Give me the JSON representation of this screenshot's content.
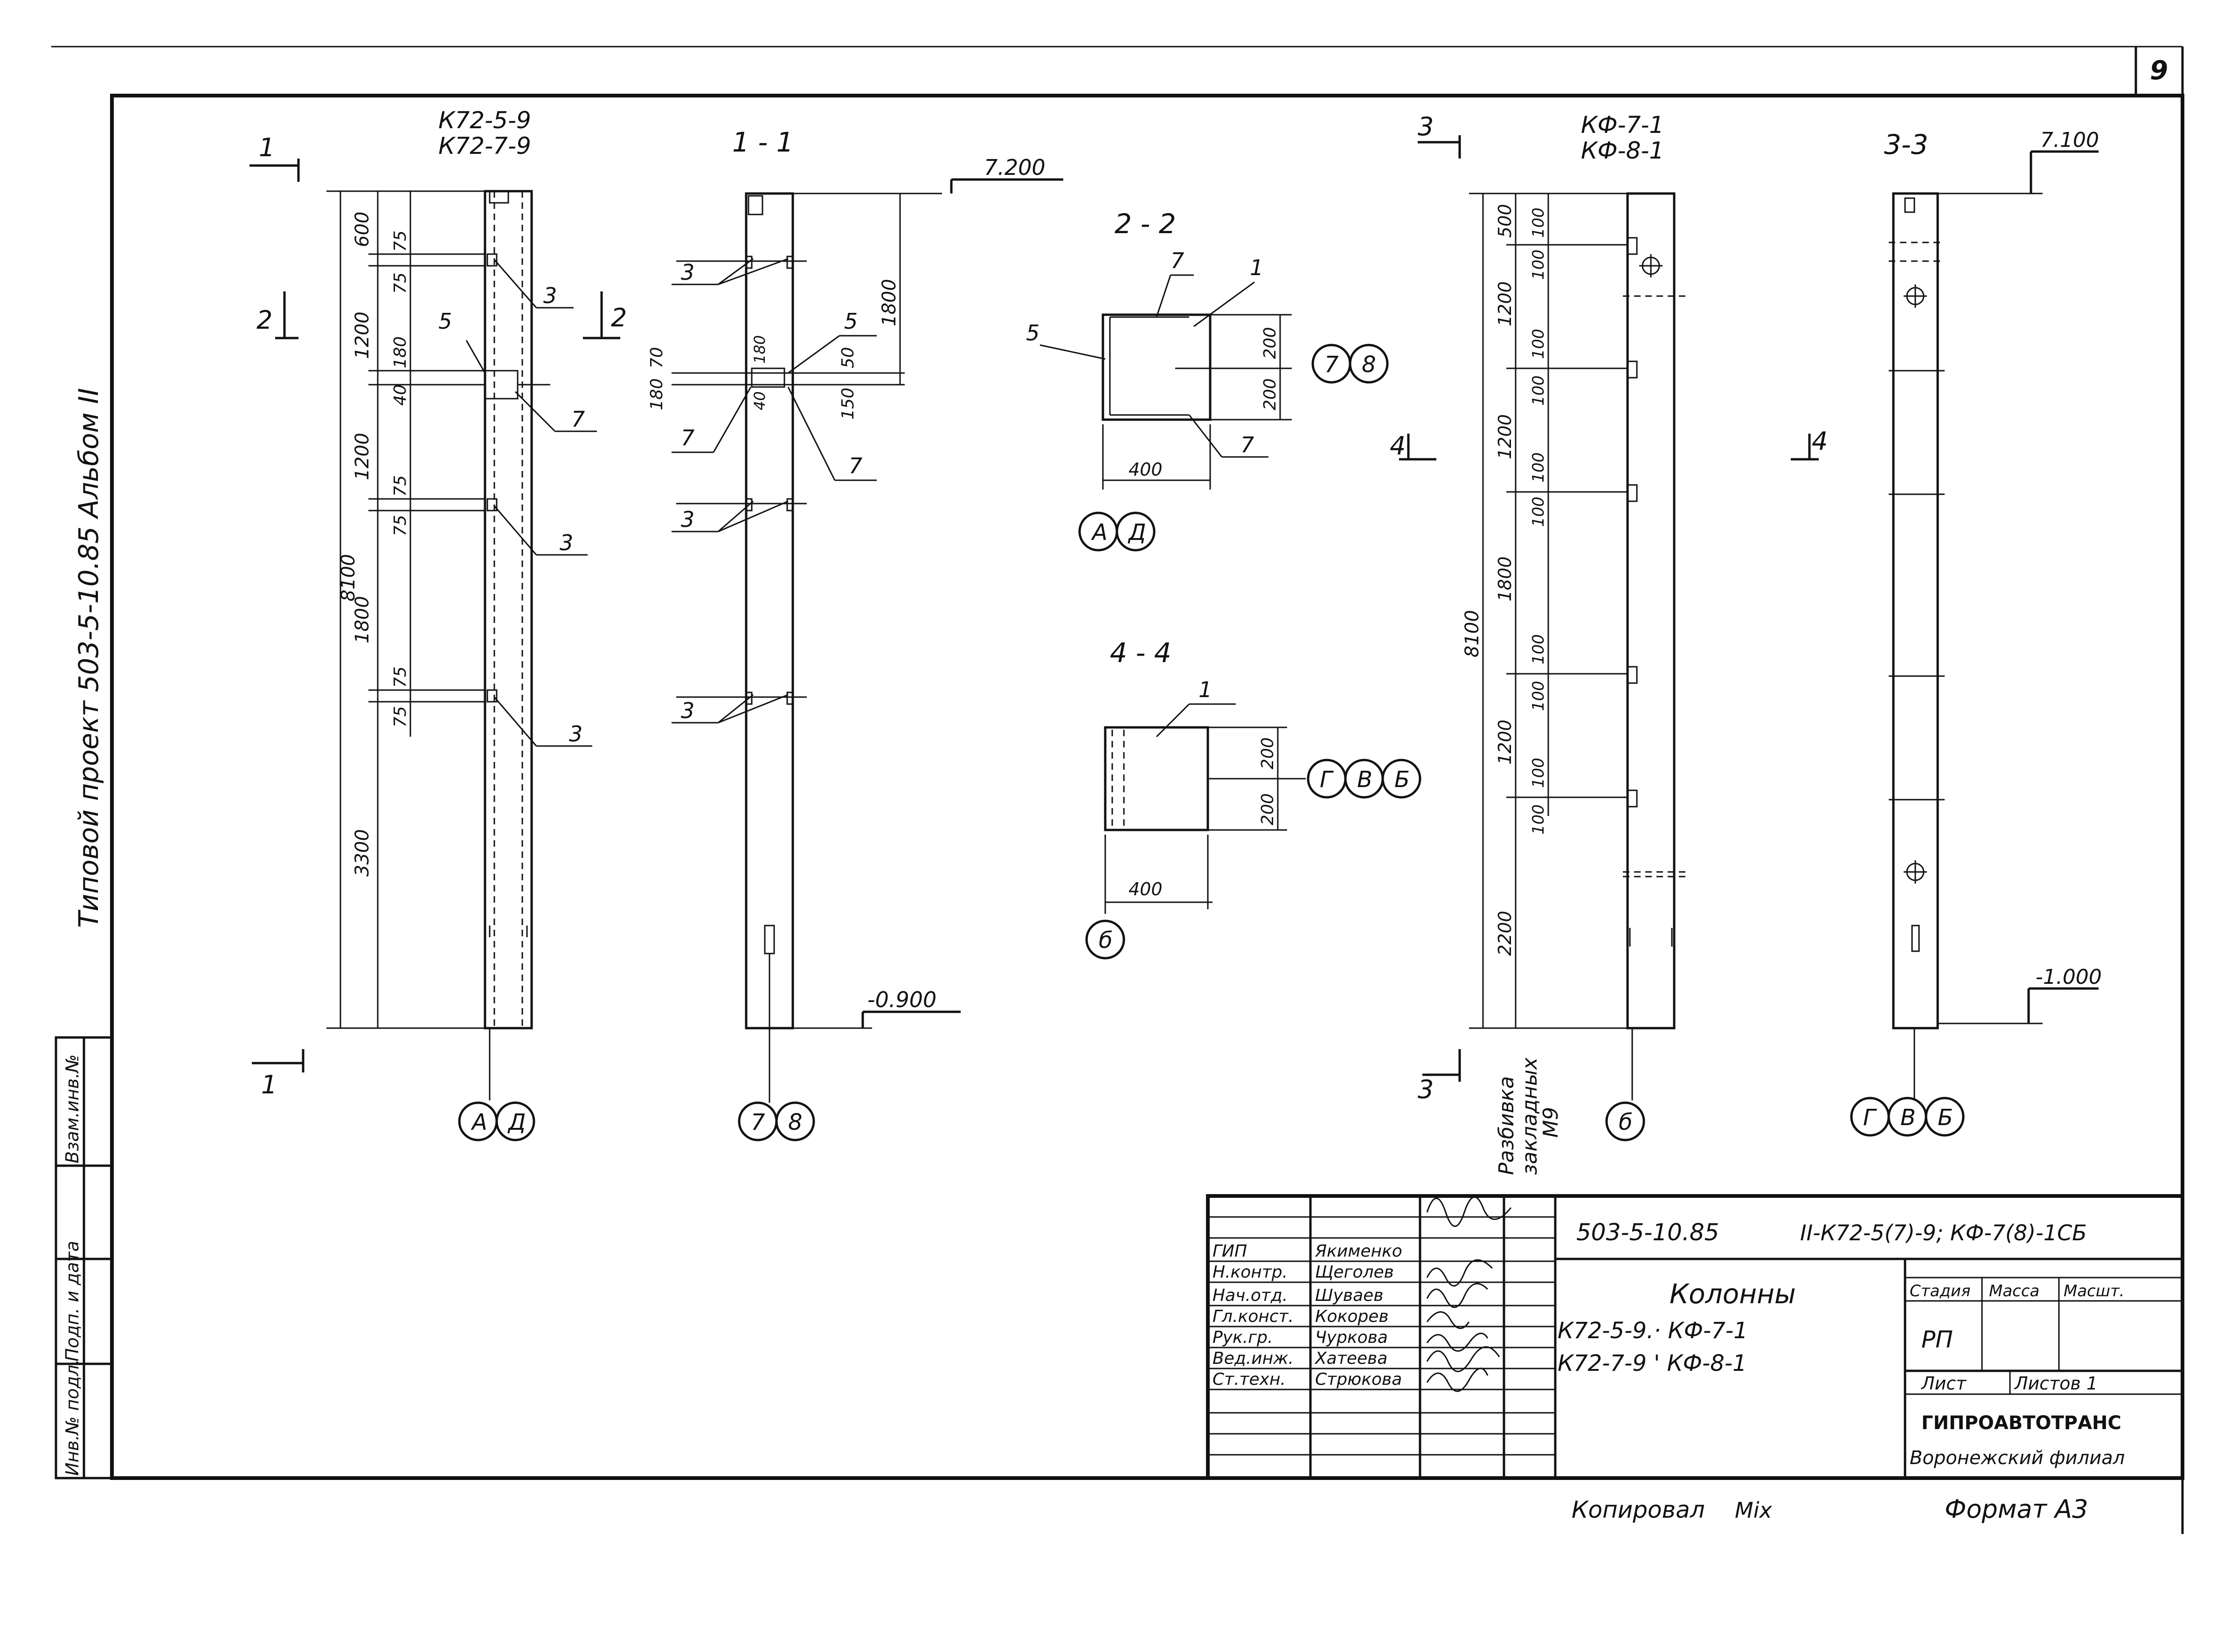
{
  "sheet": {
    "number": "9",
    "format": "Формат А3",
    "copied": "Копировал",
    "copied_sig": "Мiх"
  },
  "side_stamp": {
    "project_text": "Типовой   проект   503-5-10.85  Альбом  II",
    "inv": "Инв.№ подл.",
    "sign": "Подп. и дата",
    "vzam": "Взам.инв.№"
  },
  "views": {
    "k72": {
      "title1": "К72-5-9",
      "title2": "К72-7-9",
      "sec1_top": "1",
      "sec1_bot": "1",
      "sec2_left": "2",
      "sec2_right": "2",
      "dim_total": "8100",
      "dims_main": [
        "600",
        "1200",
        "1200",
        "1800",
        "3300"
      ],
      "dims_inner": [
        "75",
        "75",
        "180",
        "40",
        "75",
        "75",
        "75",
        "75"
      ],
      "callouts": [
        "3",
        "5",
        "7",
        "3",
        "3"
      ],
      "axes": [
        "А",
        "Д"
      ]
    },
    "s11": {
      "title": "1 - 1",
      "elev_top": "7.200",
      "elev_bot": "-0.900",
      "dim_1800": "1800",
      "dims": [
        "70",
        "180",
        "180",
        "40",
        "50",
        "150"
      ],
      "callouts": [
        "3",
        "5",
        "7",
        "7",
        "3",
        "3"
      ],
      "axes": [
        "7",
        "8"
      ]
    },
    "s22": {
      "title": "2 - 2",
      "callouts": [
        "7",
        "1",
        "5",
        "7"
      ],
      "dims": [
        "200",
        "200",
        "400"
      ],
      "axes_right": [
        "7",
        "8"
      ],
      "axes_bottom": [
        "А",
        "Д"
      ]
    },
    "s44": {
      "title": "4 - 4",
      "callout": "1",
      "dims": [
        "200",
        "200",
        "400"
      ],
      "axes_right": [
        "Г",
        "В",
        "Б"
      ],
      "axis_bottom": "б"
    },
    "kf": {
      "title1": "КФ-7-1",
      "title2": "КФ-8-1",
      "sec3_top": "3",
      "sec3_bot": "3",
      "sec4_left": "4",
      "sec4_right": "4",
      "dim_total": "8100",
      "dims_main": [
        "500",
        "1200",
        "1200",
        "1800",
        "1200",
        "2200"
      ],
      "dims_inner": [
        "100",
        "100",
        "100",
        "100",
        "100",
        "100",
        "100",
        "100",
        "100",
        "100"
      ],
      "note": [
        "Разбивка",
        "закладных",
        "М9"
      ],
      "axis": "б"
    },
    "s33": {
      "title": "3-3",
      "elev_top": "7.100",
      "elev_bot": "-1.000",
      "axes": [
        "Г",
        "В",
        "Б"
      ]
    }
  },
  "title_block": {
    "code": "503-5-10.85",
    "drawing": "II-К72-5(7)-9; КФ-7(8)-1СБ",
    "name": "Колонны",
    "line1": "К72-5-9.· КФ-7-1",
    "line2": "К72-7-9 ' КФ-8-1",
    "stage_h": "Стадия",
    "mass_h": "Масса",
    "scale_h": "Масшт.",
    "stage": "РП",
    "sheet_h": "Лист",
    "sheets_h": "Листов 1",
    "org": "ГИПРОАВТОТРАНС",
    "branch": "Воронежский филиал",
    "staff": [
      {
        "role": "ГИП",
        "name": "Якименко"
      },
      {
        "role": "Н.контр.",
        "name": "Щеголев"
      },
      {
        "role": "Нач.отд.",
        "name": "Шуваев"
      },
      {
        "role": "Гл.конст.",
        "name": "Кокорев"
      },
      {
        "role": "Рук.гр.",
        "name": "Чуркова"
      },
      {
        "role": "Вед.инж.",
        "name": "Хатеева"
      },
      {
        "role": "Ст.техн.",
        "name": "Стрюкова"
      }
    ]
  }
}
